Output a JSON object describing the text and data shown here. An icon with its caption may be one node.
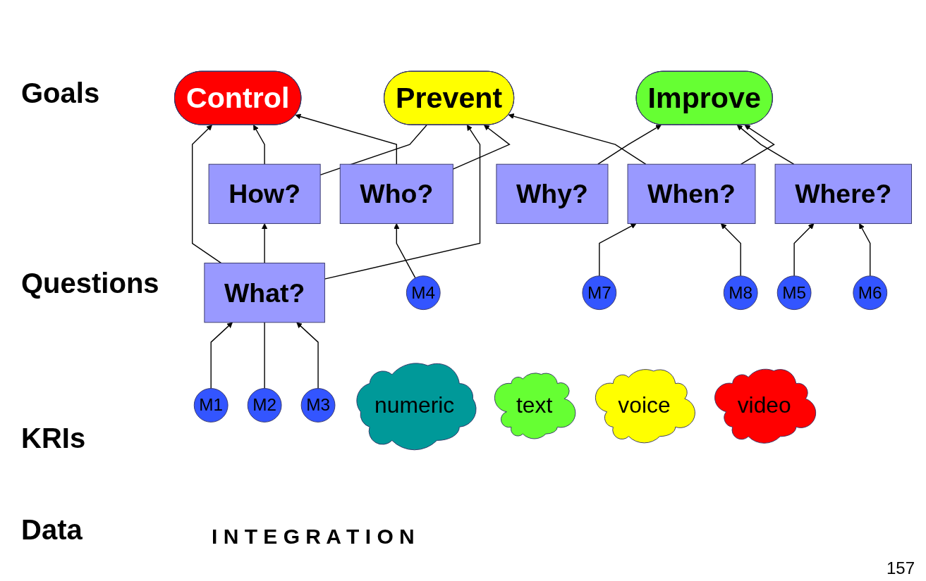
{
  "diagram": {
    "nodes": [
      {
        "text": [
          "Control"
        ]
      },
      {
        "text": [
          "Prevent"
        ]
      },
      {
        "text": [
          "Improve"
        ]
      },
      {
        "text": [
          "How?"
        ]
      },
      {
        "text": [
          "Who?"
        ]
      },
      {
        "text": [
          "Why?"
        ]
      },
      {
        "text": [
          "What?"
        ]
      },
      {
        "text": [
          "Where?"
        ]
      },
      {
        "text": [
          "When?"
        ]
      },
      {
        "text": [
          "M1"
        ]
      },
      {
        "text": [
          "M2"
        ]
      },
      {
        "text": [
          "M3"
        ]
      },
      {
        "text": [
          "M4"
        ]
      },
      {
        "text": [
          "M5"
        ]
      },
      {
        "text": [
          "M6"
        ]
      },
      {
        "text": [
          "M7"
        ]
      },
      {
        "text": [
          "M8"
        ]
      },
      {
        "text": [
          "numeric"
        ]
      },
      {
        "text": [
          "text"
        ]
      },
      {
        "text": [
          "voice"
        ]
      },
      {
        "text": [
          "video"
        ]
      }
    ],
    "edges": [
      {
        "from": 6,
        "to": 0,
        "arrow": "to"
      },
      {
        "from": 6,
        "to": 3,
        "arrow": "to"
      },
      {
        "from": 3,
        "to": 0,
        "arrow": "to"
      },
      {
        "from": 3,
        "to": 1,
        "arrow": "none"
      },
      {
        "from": 4,
        "to": 0,
        "arrow": "to"
      },
      {
        "from": 6,
        "to": 1,
        "arrow": "to"
      },
      {
        "from": 4,
        "to": 1,
        "arrow": "to"
      },
      {
        "from": 8,
        "to": 1,
        "arrow": "to"
      },
      {
        "from": 5,
        "to": 2,
        "arrow": "to"
      },
      {
        "from": 7,
        "to": 2,
        "arrow": "to"
      },
      {
        "from": 8,
        "to": 2,
        "arrow": "to"
      },
      {
        "from": 9,
        "to": 6,
        "arrow": "to"
      },
      {
        "from": 10,
        "to": 6,
        "arrow": "none"
      },
      {
        "from": 11,
        "to": 6,
        "arrow": "to"
      },
      {
        "from": 12,
        "to": 4,
        "arrow": "to"
      },
      {
        "from": 13,
        "to": 7,
        "arrow": "to"
      },
      {
        "from": 14,
        "to": 7,
        "arrow": "to"
      },
      {
        "from": 15,
        "to": 8,
        "arrow": "to"
      },
      {
        "from": 16,
        "to": 8,
        "arrow": "to"
      }
    ],
    "labels": [
      "Goals",
      "Questions",
      "KRIs",
      "I N T E G R A T I O N",
      "Data",
      "157"
    ]
  }
}
